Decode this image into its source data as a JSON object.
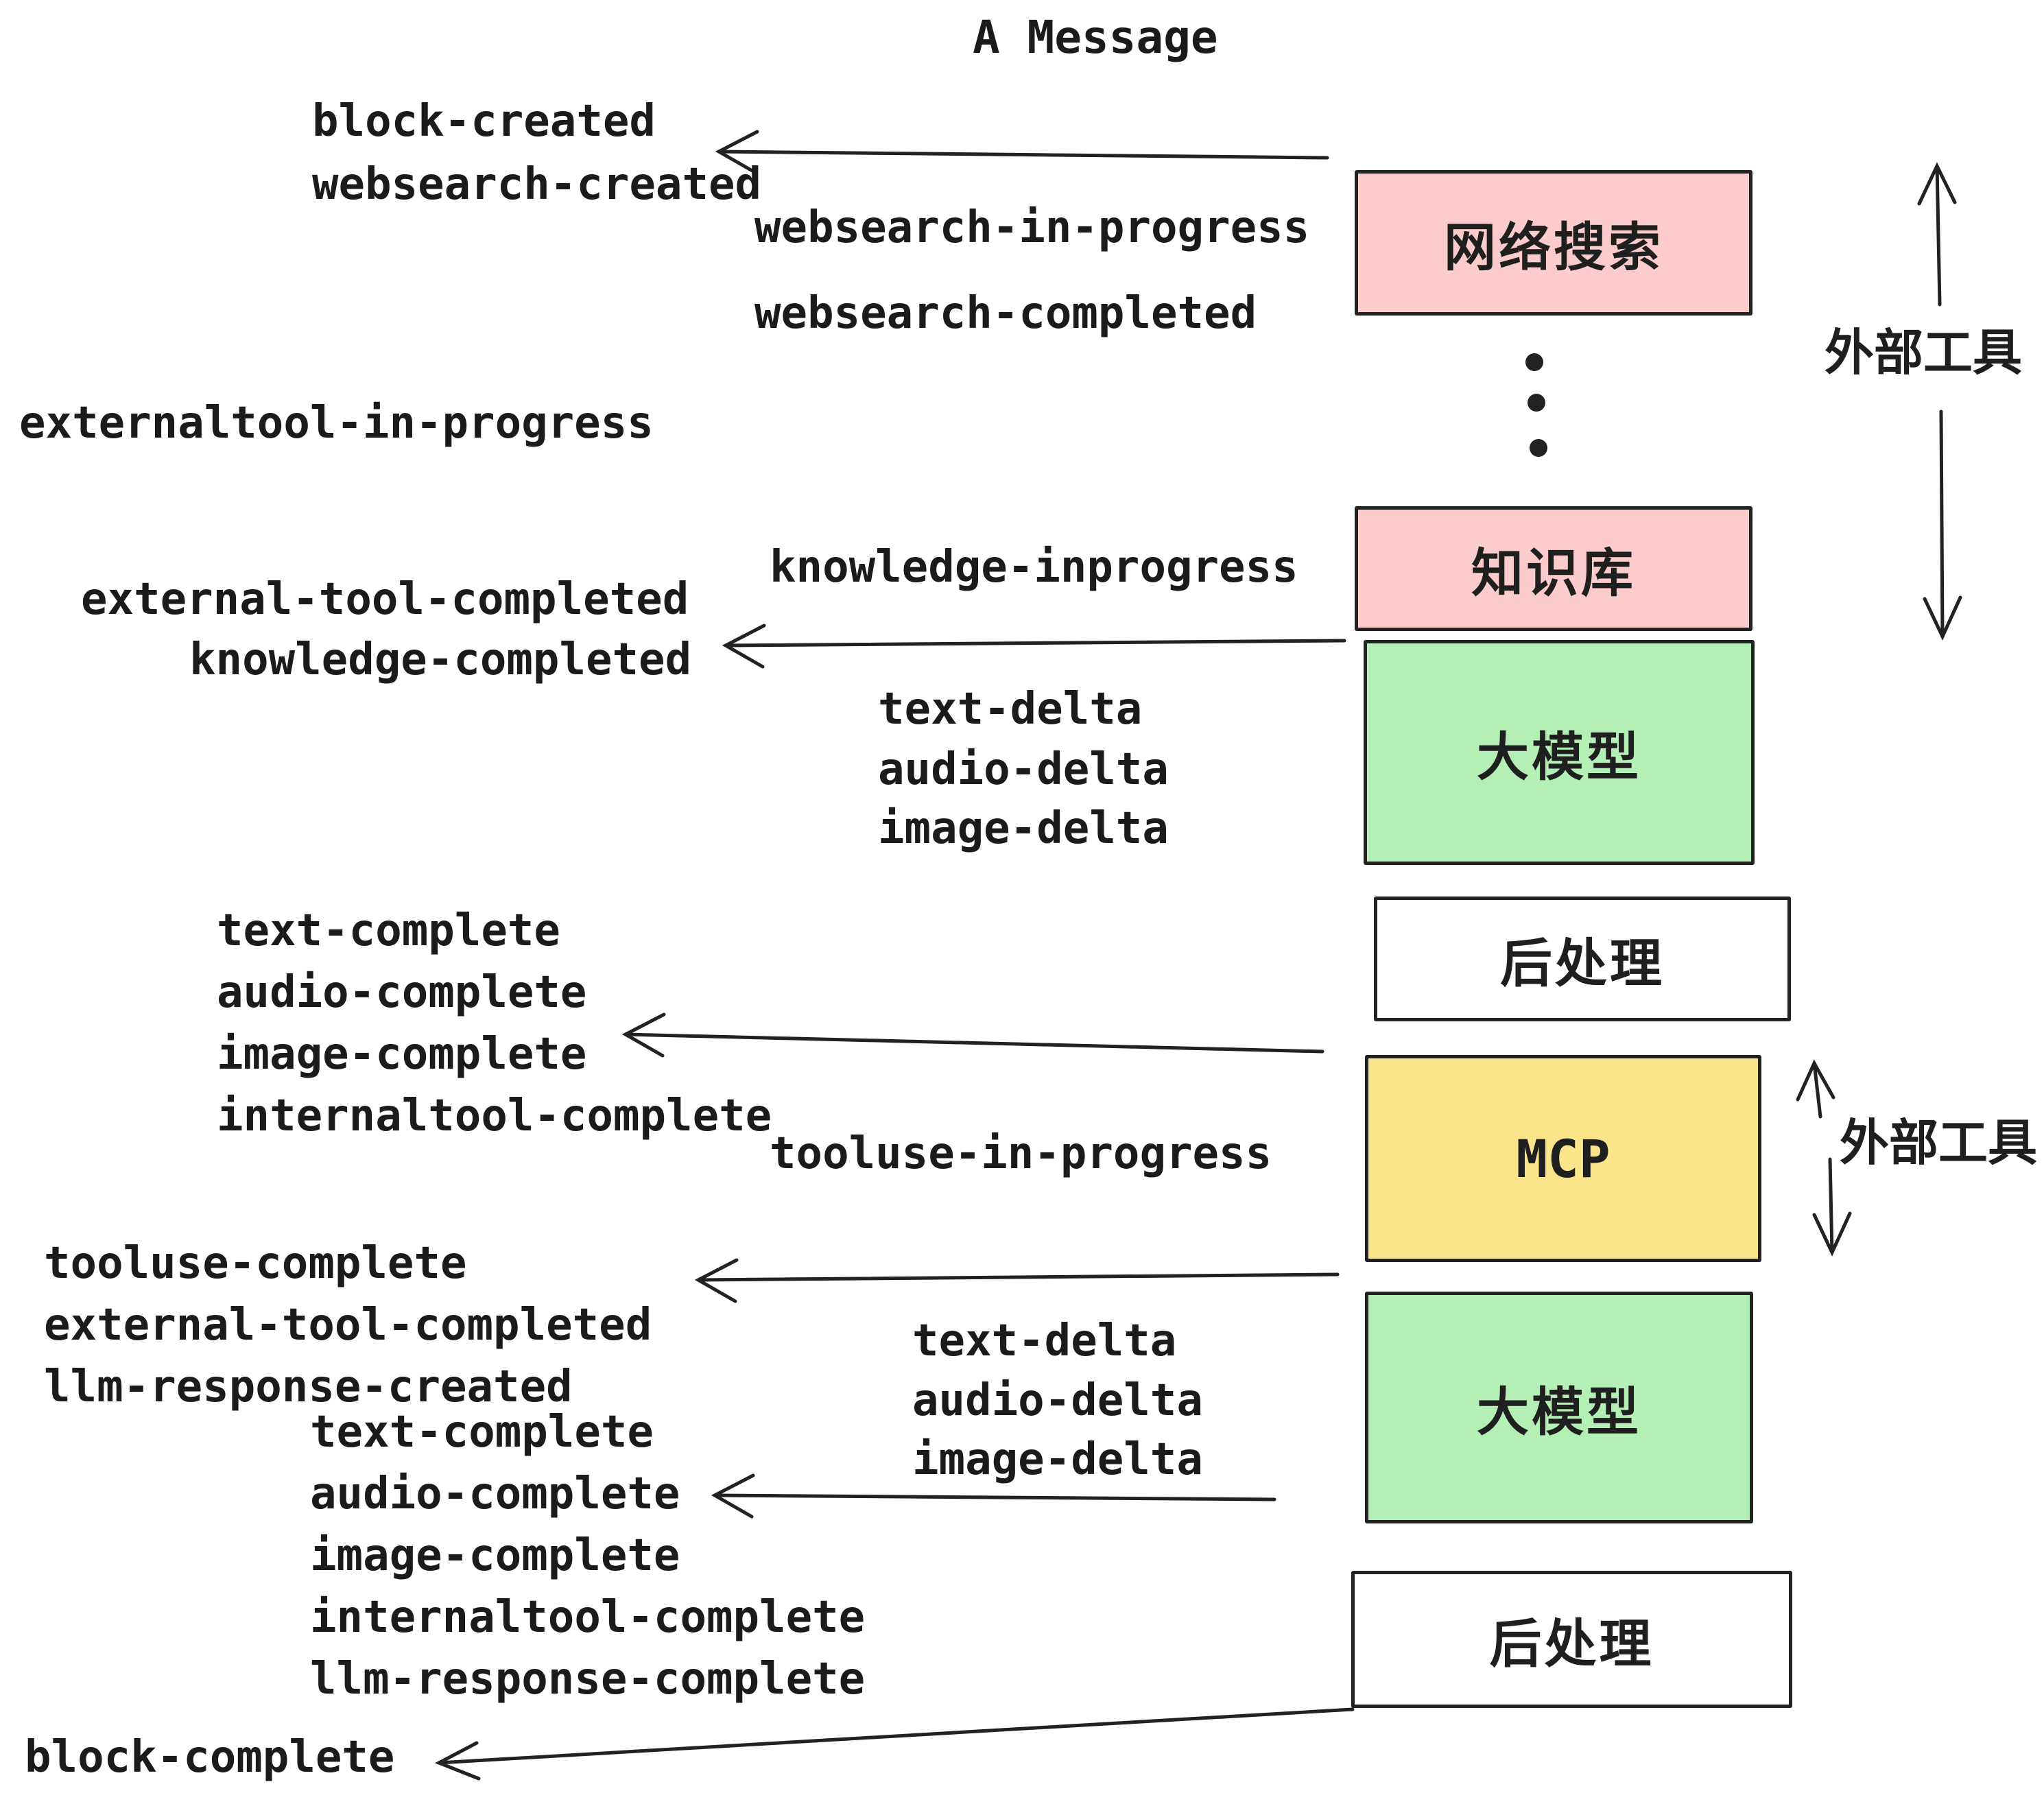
{
  "title": "A Message",
  "colors": {
    "background": "#ffffff",
    "border": "#222222",
    "text": "#1b1b1b",
    "arrow": "#222222",
    "pink": "#fccbcb",
    "green": "#b4efb6",
    "yellow": "#fbe58a",
    "white": "#ffffff"
  },
  "boxes": {
    "websearch": {
      "label": "网络搜索",
      "fill": "#fccbcb"
    },
    "knowledge": {
      "label": "知识库",
      "fill": "#fccbcb"
    },
    "llm1": {
      "label": "大模型",
      "fill": "#b4efb6"
    },
    "post1": {
      "label": "后处理",
      "fill": "#ffffff"
    },
    "mcp": {
      "label": "MCP",
      "fill": "#fbe58a"
    },
    "llm2": {
      "label": "大模型",
      "fill": "#b4efb6"
    },
    "post2": {
      "label": "后处理",
      "fill": "#ffffff"
    }
  },
  "side_labels": {
    "external_tools_top": "外部工具",
    "external_tools_bottom": "外部工具"
  },
  "events": {
    "block_created": "block-created",
    "websearch_created": "websearch-created",
    "websearch_in_progress": "websearch-in-progress",
    "websearch_completed": "websearch-completed",
    "externaltool_in_progress": "externaltool-in-progress",
    "knowledge_inprogress": "knowledge-inprogress",
    "external_tool_completed": "external-tool-completed",
    "knowledge_completed": "knowledge-completed",
    "text_delta_1": "text-delta",
    "audio_delta_1": "audio-delta",
    "image_delta_1": "image-delta",
    "text_complete_1": "text-complete",
    "audio_complete_1": "audio-complete",
    "image_complete_1": "image-complete",
    "internaltool_complete_1": "internaltool-complete",
    "tooluse_in_progress": "tooluse-in-progress",
    "tooluse_complete": "tooluse-complete",
    "external_tool_completed_2": "external-tool-completed",
    "llm_response_created": "llm-response-created",
    "text_complete_2": "text-complete",
    "audio_complete_2": "audio-complete",
    "image_complete_2": "image-complete",
    "internaltool_complete_2": "internaltool-complete",
    "llm_response_complete": "llm-response-complete",
    "block_complete": "block-complete",
    "text_delta_2": "text-delta",
    "audio_delta_2": "audio-delta",
    "image_delta_2": "image-delta"
  }
}
